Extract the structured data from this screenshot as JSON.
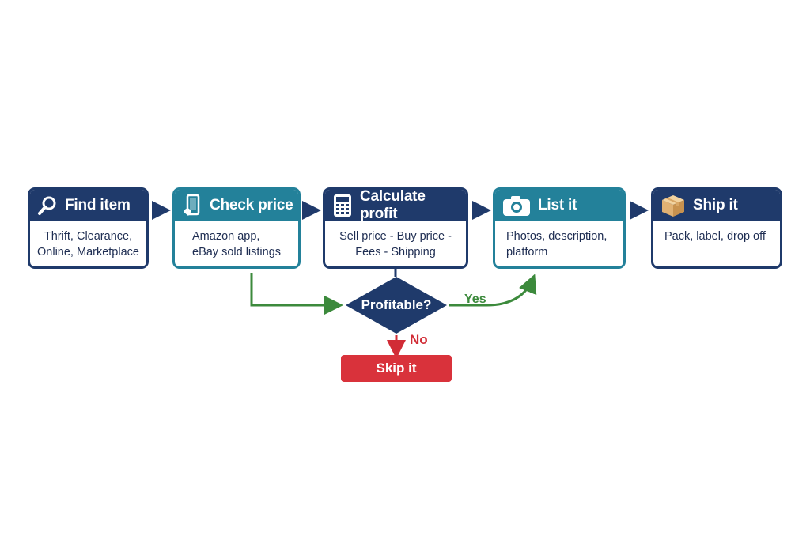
{
  "steps": [
    {
      "title": "Find item",
      "icon": "magnifier-icon",
      "lines": [
        "Thrift, Clearance,",
        "Online, Marketplace"
      ]
    },
    {
      "title": "Check price",
      "icon": "phone-icon",
      "lines": [
        "Amazon app,",
        "eBay sold listings"
      ]
    },
    {
      "title": "Calculate profit",
      "icon": "calculator-icon",
      "lines": [
        "Sell price - Buy price -",
        "Fees - Shipping"
      ]
    },
    {
      "title": "List it",
      "icon": "camera-icon",
      "lines": [
        "Photos, description,",
        "platform"
      ]
    },
    {
      "title": "Ship it",
      "icon": "box-icon",
      "lines": [
        "Pack, label, drop off"
      ]
    }
  ],
  "decision": {
    "label": "Profitable?",
    "yes_label": "Yes",
    "no_label": "No"
  },
  "skip": {
    "label": "Skip it"
  },
  "colors": {
    "navy": "#1f3a6b",
    "teal": "#23819a",
    "green": "#3c8a3c",
    "red": "#d9323b"
  }
}
